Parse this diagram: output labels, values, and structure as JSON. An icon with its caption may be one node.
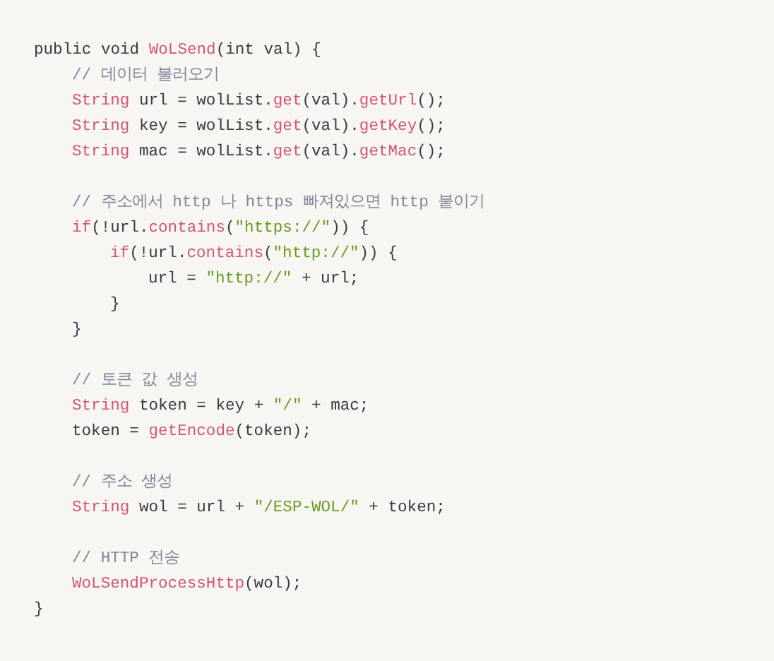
{
  "diagram": {
    "labels": [
      "public void WoLSend(int val) {",
      "// 데이터 불러오기",
      "String url = wolList.get(val).getUrl();",
      "String key = wolList.get(val).getKey();",
      "String mac = wolList.get(val).getMac();",
      "// 주소에서 http 나 https 빠져있으면 http 붙이기",
      "if(!url.contains(\"https://\")) {",
      "if(!url.contains(\"http://\")) {",
      "url = \"http://\" + url;",
      "}",
      "}",
      "// 토큰 값 생성",
      "String token = key + \"/\" + mac;",
      "token = getEncode(token);",
      "// 주소 생성",
      "String wol = url + \"/ESP-WOL/\" + token;",
      "// HTTP 전송",
      "WoLSendProcessHttp(wol);",
      "}"
    ]
  }
}
